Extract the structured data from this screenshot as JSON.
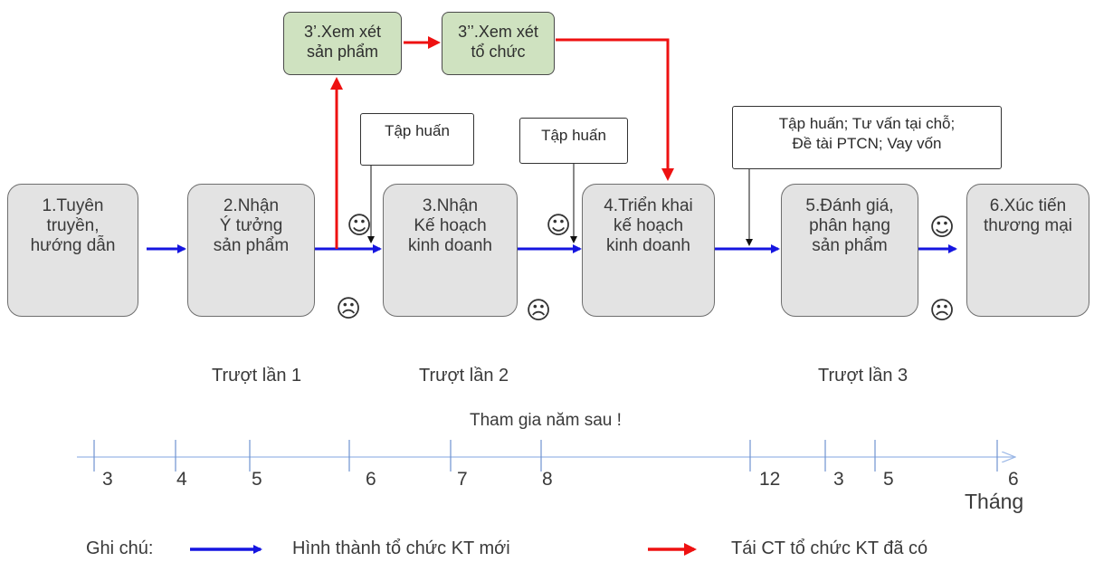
{
  "steps": [
    {
      "id": "1",
      "label": "1.Tuyên\ntruyền,\nhướng dẫn"
    },
    {
      "id": "2",
      "label": "2.Nhận\nÝ tưởng\nsản phẩm"
    },
    {
      "id": "3",
      "label": "3.Nhận\nKế hoạch\nkinh doanh"
    },
    {
      "id": "4",
      "label": "4.Triển khai\nkế hoạch\nkinh doanh"
    },
    {
      "id": "5",
      "label": "5.Đánh giá,\nphân hạng\nsản phẩm"
    },
    {
      "id": "6",
      "label": "6.Xúc tiến\nthương mại"
    }
  ],
  "alt_steps": [
    {
      "id": "3p",
      "label": "3’.Xem xét\nsản phẩm"
    },
    {
      "id": "3pp",
      "label": "3’’.Xem xét\ntổ chức"
    }
  ],
  "callouts": [
    {
      "label": "Tập huấn"
    },
    {
      "label": "Tập huấn"
    },
    {
      "label": "Tập huấn; Tư vấn tại chỗ;\nĐề tài PTCN; Vay vốn"
    }
  ],
  "faces": {
    "happy": "☺",
    "sad": "☹"
  },
  "fail_labels": [
    "Trượt lần 1",
    "Trượt lần 2",
    "Trượt lần 3"
  ],
  "next_year_label": "Tham gia năm sau !",
  "timeline": {
    "ticks": [
      "3",
      "4",
      "5",
      "6",
      "7",
      "8",
      "12",
      "3",
      "5",
      "6"
    ],
    "unit": "Tháng"
  },
  "legend": {
    "title": "Ghi chú:",
    "new_org": "Hình thành tổ chức KT mới",
    "existing_org": "Tái CT tổ chức KT đã có"
  },
  "colors": {
    "new": "#1515e0",
    "existing": "#ee1111",
    "timeline": "#9ab7e6"
  }
}
